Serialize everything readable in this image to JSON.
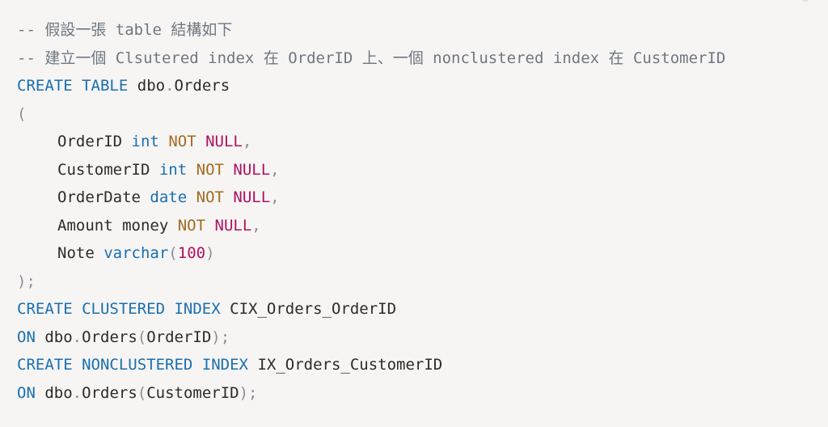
{
  "code": {
    "comment1": "-- 假設一張 table 結構如下",
    "comment2": "-- 建立一個 Clsutered index 在 OrderID 上、一個 nonclustered index 在 CustomerID",
    "l3_create": "CREATE",
    "l3_table": "TABLE",
    "l3_schema": "dbo",
    "l3_dot": ".",
    "l3_name": "Orders",
    "l4_open": "(",
    "c1_name": "OrderID",
    "c1_type": "int",
    "c1_not": "NOT",
    "c1_null": "NULL",
    "c1_comma": ",",
    "c2_name": "CustomerID",
    "c2_type": "int",
    "c2_not": "NOT",
    "c2_null": "NULL",
    "c2_comma": ",",
    "c3_name": "OrderDate",
    "c3_type": "date",
    "c3_not": "NOT",
    "c3_null": "NULL",
    "c3_comma": ",",
    "c4_name": "Amount money",
    "c4_not": "NOT",
    "c4_null": "NULL",
    "c4_comma": ",",
    "c5_name": "Note",
    "c5_type": "varchar",
    "c5_paren_open": "(",
    "c5_len": "100",
    "c5_paren_close": ")",
    "l10_close": ");",
    "l11_kw": "CREATE CLUSTERED INDEX",
    "l11_name": "CIX_Orders_OrderID",
    "l12_on": "ON",
    "l12_schema": "dbo",
    "l12_dot": ".",
    "l12_table": "Orders",
    "l12_open": "(",
    "l12_col": "OrderID",
    "l12_close": ");",
    "l13_kw": "CREATE NONCLUSTERED INDEX",
    "l13_name": "IX_Orders_CustomerID",
    "l14_on": "ON",
    "l14_schema": "dbo",
    "l14_dot": ".",
    "l14_table": "Orders",
    "l14_open": "(",
    "l14_col": "CustomerID",
    "l14_close": ");"
  }
}
